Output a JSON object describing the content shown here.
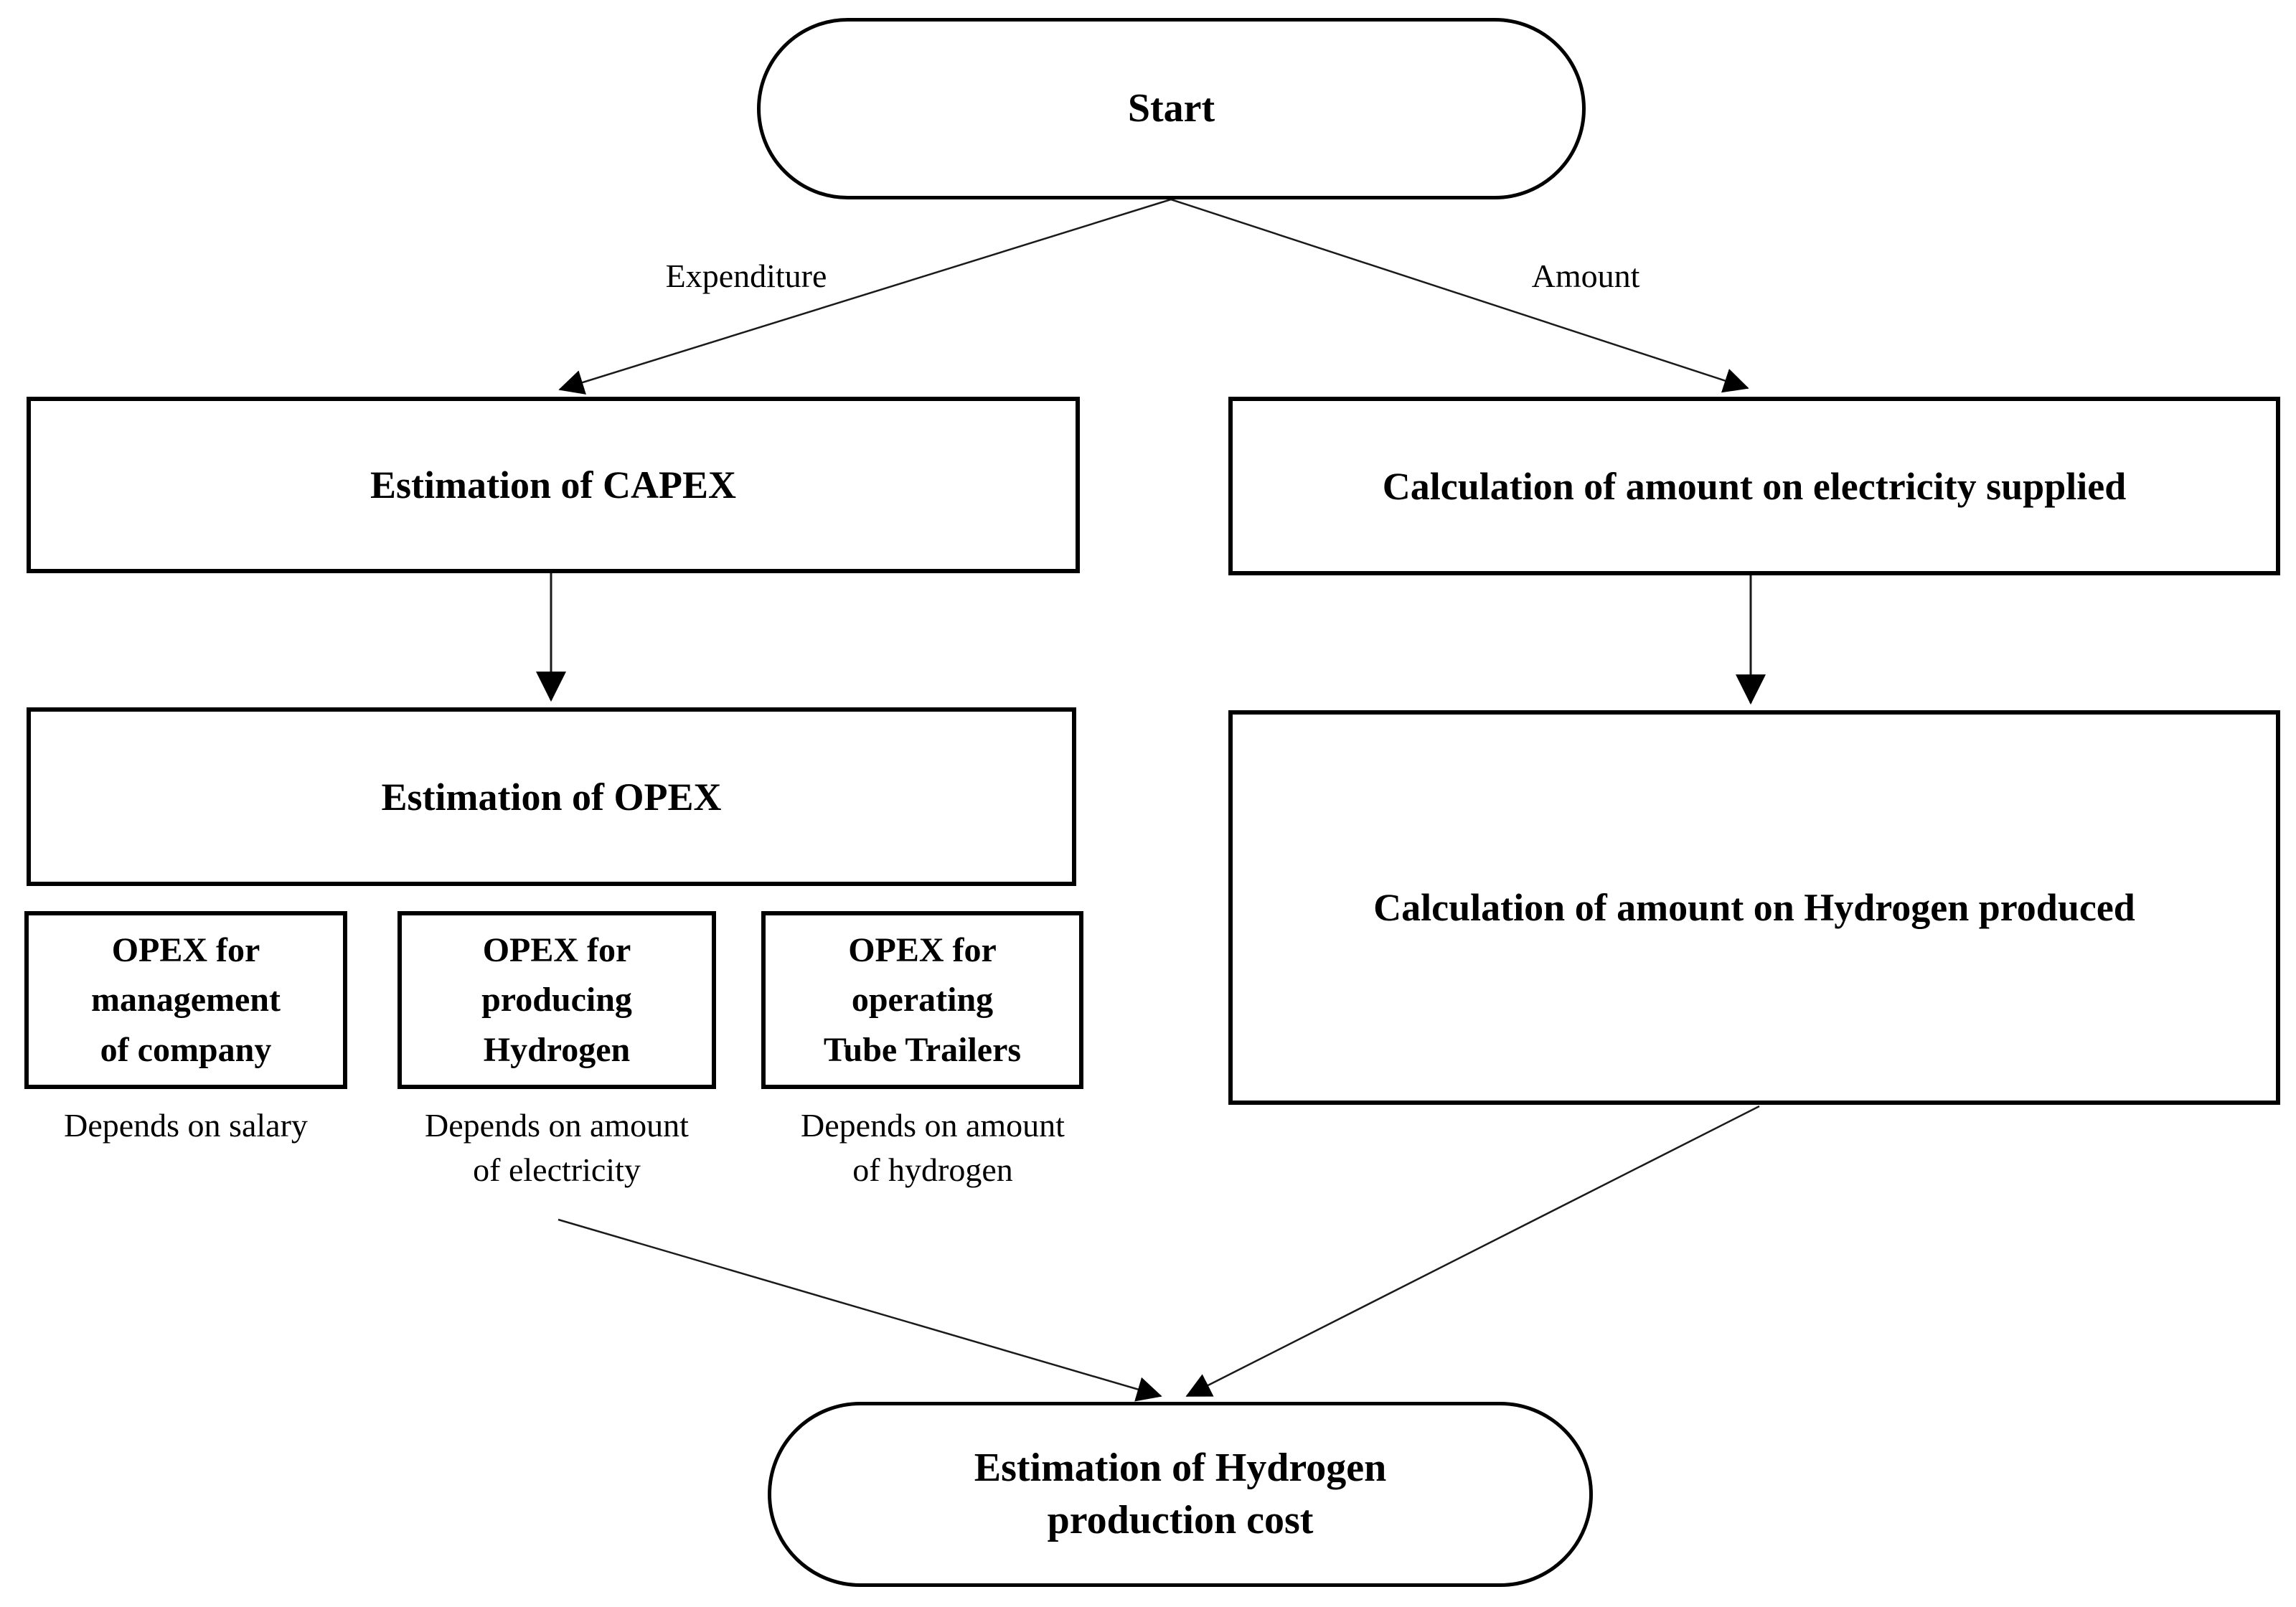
{
  "diagram": {
    "background": "#ffffff",
    "line_color": "#000000",
    "nodes": {
      "start": {
        "label": "Start"
      },
      "capex": {
        "label": "Estimation of CAPEX"
      },
      "electricity_supplied": {
        "label": "Calculation of amount on electricity supplied"
      },
      "opex": {
        "label": "Estimation of OPEX"
      },
      "hydrogen_produced": {
        "label": "Calculation of amount on Hydrogen produced"
      },
      "end": {
        "line1": "Estimation of Hydrogen",
        "line2": "production cost"
      }
    },
    "opex_sub_boxes": [
      {
        "line1": "OPEX for",
        "line2": "management",
        "line3": "of company",
        "caption_line1": "Depends on salary",
        "caption_line2": ""
      },
      {
        "line1": "OPEX for",
        "line2": "producing",
        "line3": "Hydrogen",
        "caption_line1": "Depends on amount",
        "caption_line2": "of electricity"
      },
      {
        "line1": "OPEX for",
        "line2": "operating",
        "line3": "Tube Trailers",
        "caption_line1": "Depends on amount",
        "caption_line2": "of hydrogen"
      }
    ],
    "edge_labels": {
      "expenditure": "Expenditure",
      "amount": "Amount"
    }
  }
}
